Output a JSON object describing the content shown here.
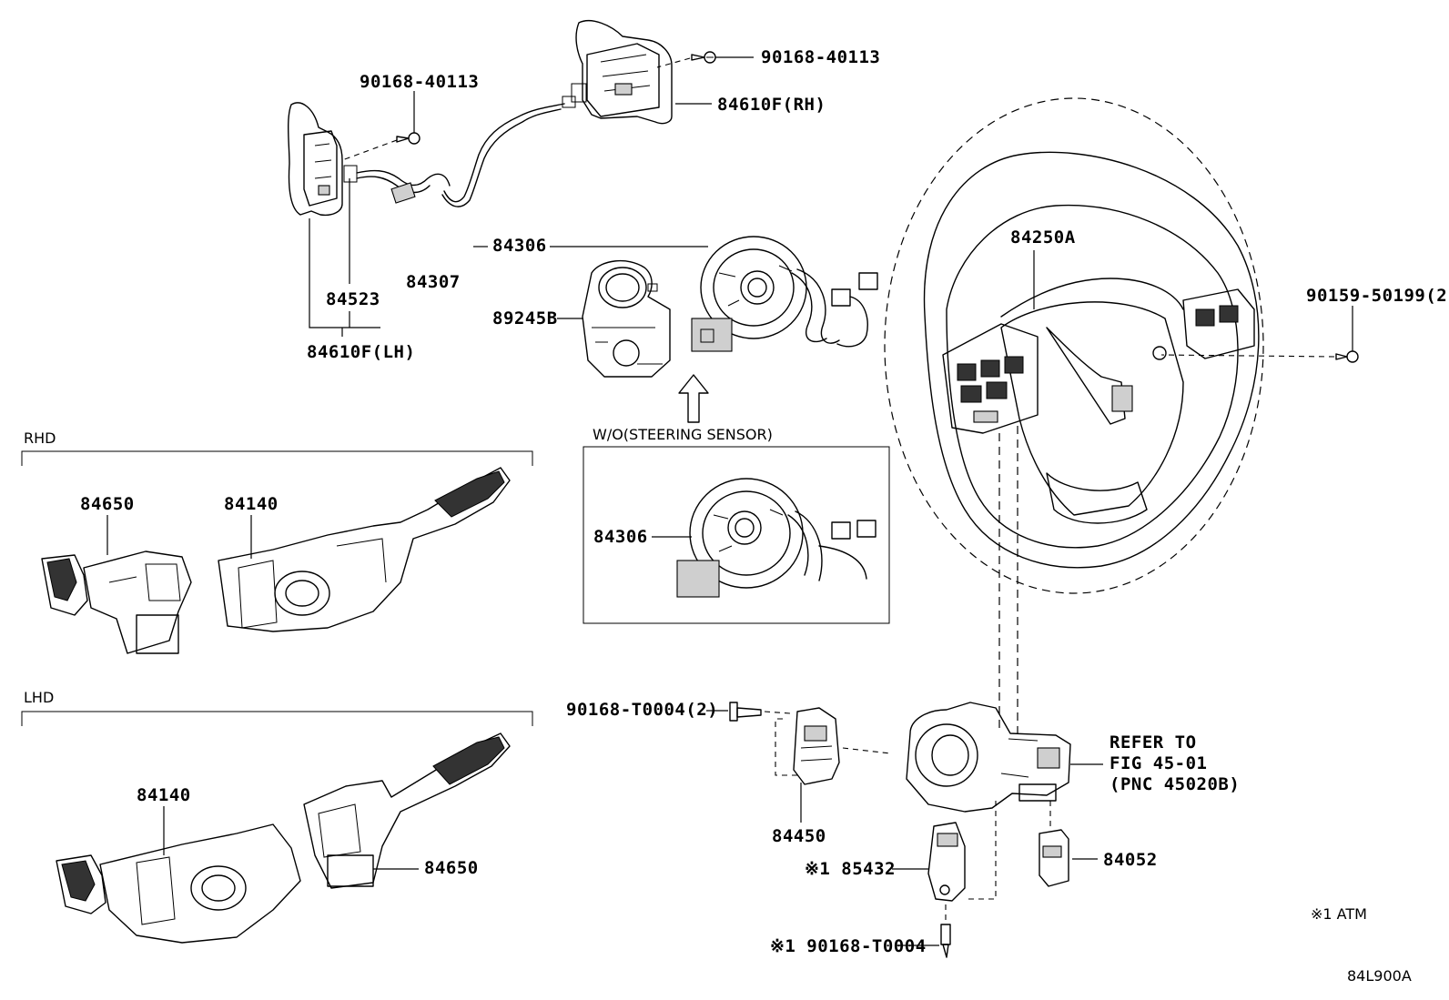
{
  "labels": {
    "p90168_40113_top": "90168-40113",
    "p84610f_rh": "84610F(RH)",
    "p90168_40113_left": "90168-40113",
    "p84523": "84523",
    "p84610f_lh": "84610F(LH)",
    "p84306_top": "84306",
    "p84307": "84307",
    "p89245b": "89245B",
    "p84250a": "84250A",
    "p90159_50199": "90159-50199(2)",
    "rhd": "RHD",
    "lhd": "LHD",
    "p84650_rhd": "84650",
    "p84140_rhd": "84140",
    "wo_steering_sensor": "W/O(STEERING SENSOR)",
    "p84306_box": "84306",
    "p90168_t0004_2": "90168-T0004(2)",
    "refer_to": "REFER TO",
    "fig": "FIG 45-01",
    "pnc": "(PNC 45020B)",
    "p84450": "84450",
    "p84140_lhd": "84140",
    "p84650_lhd": "84650",
    "p85432": "※1 85432",
    "p84052": "84052",
    "p90168_t0004_bottom": "※1 90168-T0004",
    "note_atm": "※1 ATM",
    "diagram_code": "84L900A"
  }
}
